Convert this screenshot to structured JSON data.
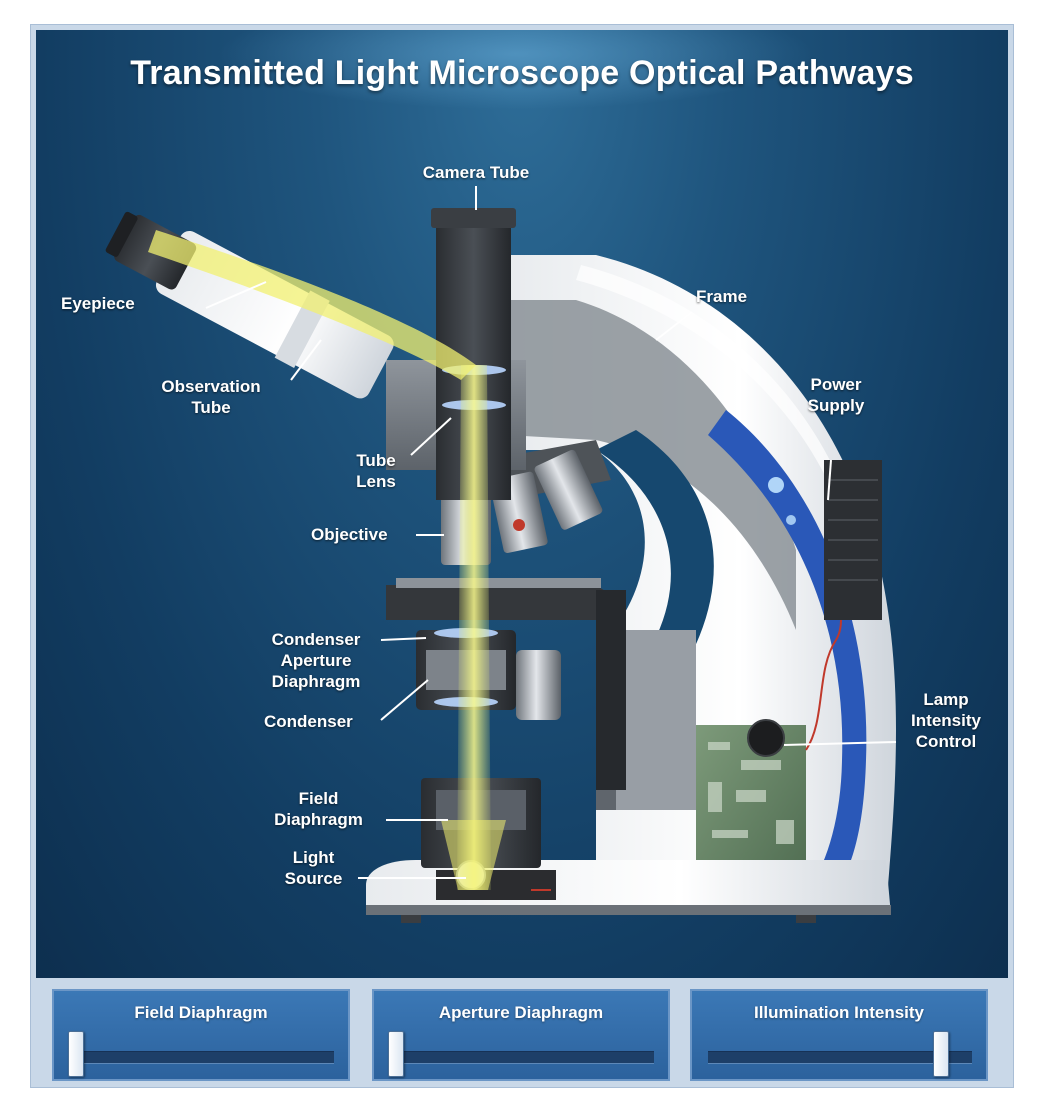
{
  "title": "Transmitted Light Microscope Optical Pathways",
  "labels": {
    "camera_tube": "Camera Tube",
    "eyepiece": "Eyepiece",
    "frame": "Frame",
    "observation_tube": [
      "Observation",
      "Tube"
    ],
    "power_supply": [
      "Power",
      "Supply"
    ],
    "tube_lens": [
      "Tube",
      "Lens"
    ],
    "objective": "Objective",
    "condenser_aperture_diaphragm": [
      "Condenser",
      "Aperture",
      "Diaphragm"
    ],
    "condenser": "Condenser",
    "lamp_intensity_control": [
      "Lamp",
      "Intensity",
      "Control"
    ],
    "field_diaphragm": [
      "Field",
      "Diaphragm"
    ],
    "light_source": [
      "Light",
      "Source"
    ]
  },
  "controls": [
    {
      "name": "field-diaphragm",
      "label": "Field Diaphragm",
      "value": 0.02
    },
    {
      "name": "aperture-diaphragm",
      "label": "Aperture Diaphragm",
      "value": 0.02
    },
    {
      "name": "illumination-intensity",
      "label": "Illumination Intensity",
      "value": 0.88
    }
  ],
  "colors": {
    "background": "#1a4b75",
    "light_path": "#f2f070",
    "frame_body": "#f2f4f6",
    "accent_stripe": "#2a58b8",
    "panel": "#3470ad"
  }
}
